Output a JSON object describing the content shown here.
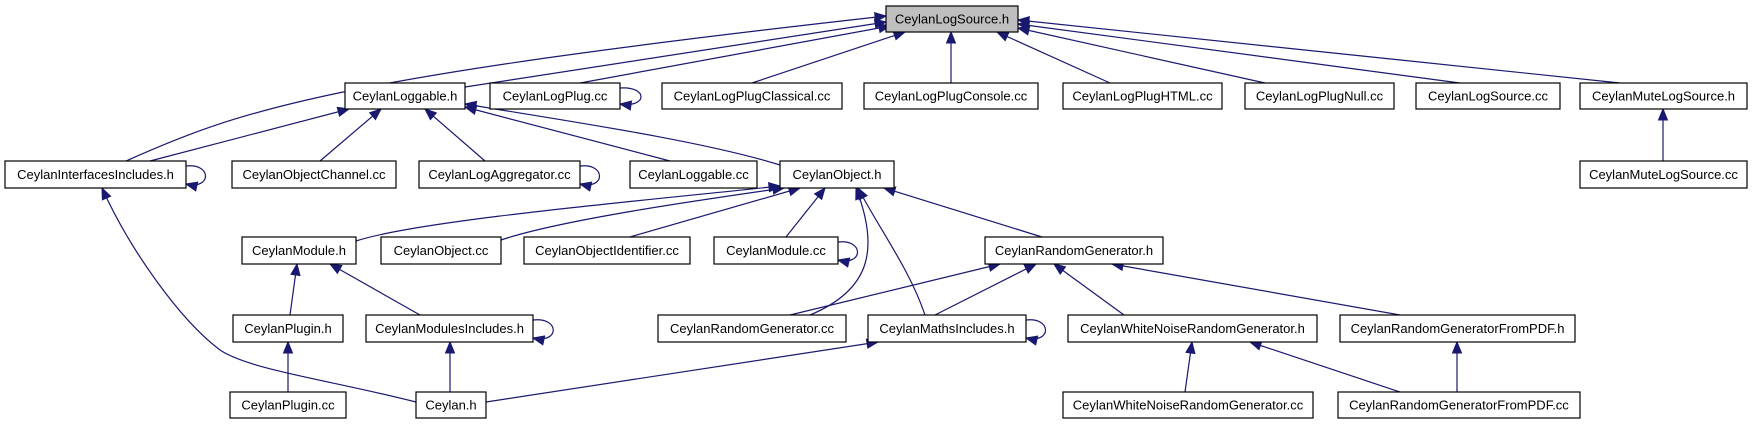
{
  "diagram": {
    "colors": {
      "edge": "#191970",
      "node_border": "#000000",
      "node_fill": "#ffffff",
      "root_fill": "#bfbfbf"
    },
    "nodes": [
      {
        "id": "n0",
        "label": "CeylanLogSource.h",
        "root": true
      },
      {
        "id": "n1",
        "label": "CeylanLoggable.h"
      },
      {
        "id": "n2",
        "label": "CeylanLogPlug.cc"
      },
      {
        "id": "n3",
        "label": "CeylanLogPlugClassical.cc"
      },
      {
        "id": "n4",
        "label": "CeylanLogPlugConsole.cc"
      },
      {
        "id": "n5",
        "label": "CeylanLogPlugHTML.cc"
      },
      {
        "id": "n6",
        "label": "CeylanLogPlugNull.cc"
      },
      {
        "id": "n7",
        "label": "CeylanLogSource.cc"
      },
      {
        "id": "n8",
        "label": "CeylanMuteLogSource.h"
      },
      {
        "id": "n9",
        "label": "CeylanInterfacesIncludes.h"
      },
      {
        "id": "n10",
        "label": "CeylanObjectChannel.cc"
      },
      {
        "id": "n11",
        "label": "CeylanLogAggregator.cc"
      },
      {
        "id": "n12",
        "label": "CeylanLoggable.cc"
      },
      {
        "id": "n13",
        "label": "CeylanObject.h"
      },
      {
        "id": "n14",
        "label": "CeylanMuteLogSource.cc"
      },
      {
        "id": "n15",
        "label": "CeylanModule.h"
      },
      {
        "id": "n16",
        "label": "CeylanObject.cc"
      },
      {
        "id": "n17",
        "label": "CeylanObjectIdentifier.cc"
      },
      {
        "id": "n18",
        "label": "CeylanModule.cc"
      },
      {
        "id": "n19",
        "label": "CeylanRandomGenerator.h"
      },
      {
        "id": "n20",
        "label": "CeylanPlugin.h"
      },
      {
        "id": "n21",
        "label": "CeylanModulesIncludes.h"
      },
      {
        "id": "n22",
        "label": "CeylanRandomGenerator.cc"
      },
      {
        "id": "n23",
        "label": "CeylanMathsIncludes.h"
      },
      {
        "id": "n24",
        "label": "CeylanWhiteNoiseRandomGenerator.h"
      },
      {
        "id": "n25",
        "label": "CeylanRandomGeneratorFromPDF.h"
      },
      {
        "id": "n26",
        "label": "CeylanPlugin.cc"
      },
      {
        "id": "n27",
        "label": "Ceylan.h"
      },
      {
        "id": "n28",
        "label": "CeylanWhiteNoiseRandomGenerator.cc"
      },
      {
        "id": "n29",
        "label": "CeylanRandomGeneratorFromPDF.cc"
      }
    ],
    "edges": [
      {
        "from": "n1",
        "to": "n0"
      },
      {
        "from": "n2",
        "to": "n0"
      },
      {
        "from": "n3",
        "to": "n0"
      },
      {
        "from": "n4",
        "to": "n0"
      },
      {
        "from": "n5",
        "to": "n0"
      },
      {
        "from": "n6",
        "to": "n0"
      },
      {
        "from": "n7",
        "to": "n0"
      },
      {
        "from": "n8",
        "to": "n0"
      },
      {
        "from": "n9",
        "to": "n0"
      },
      {
        "from": "n2",
        "to": "n2"
      },
      {
        "from": "n9",
        "to": "n1"
      },
      {
        "from": "n10",
        "to": "n1"
      },
      {
        "from": "n11",
        "to": "n1"
      },
      {
        "from": "n12",
        "to": "n1"
      },
      {
        "from": "n13",
        "to": "n1"
      },
      {
        "from": "n14",
        "to": "n8"
      },
      {
        "from": "n9",
        "to": "n9"
      },
      {
        "from": "n11",
        "to": "n11"
      },
      {
        "from": "n15",
        "to": "n13"
      },
      {
        "from": "n16",
        "to": "n13"
      },
      {
        "from": "n17",
        "to": "n13"
      },
      {
        "from": "n18",
        "to": "n13"
      },
      {
        "from": "n19",
        "to": "n13"
      },
      {
        "from": "n22",
        "to": "n13"
      },
      {
        "from": "n23",
        "to": "n13"
      },
      {
        "from": "n18",
        "to": "n18"
      },
      {
        "from": "n20",
        "to": "n15"
      },
      {
        "from": "n21",
        "to": "n15"
      },
      {
        "from": "n22",
        "to": "n19"
      },
      {
        "from": "n23",
        "to": "n19"
      },
      {
        "from": "n24",
        "to": "n19"
      },
      {
        "from": "n25",
        "to": "n19"
      },
      {
        "from": "n21",
        "to": "n21"
      },
      {
        "from": "n23",
        "to": "n23"
      },
      {
        "from": "n26",
        "to": "n20"
      },
      {
        "from": "n27",
        "to": "n21"
      },
      {
        "from": "n27",
        "to": "n23"
      },
      {
        "from": "n27",
        "to": "n9"
      },
      {
        "from": "n28",
        "to": "n24"
      },
      {
        "from": "n29",
        "to": "n24"
      },
      {
        "from": "n29",
        "to": "n25"
      }
    ]
  }
}
